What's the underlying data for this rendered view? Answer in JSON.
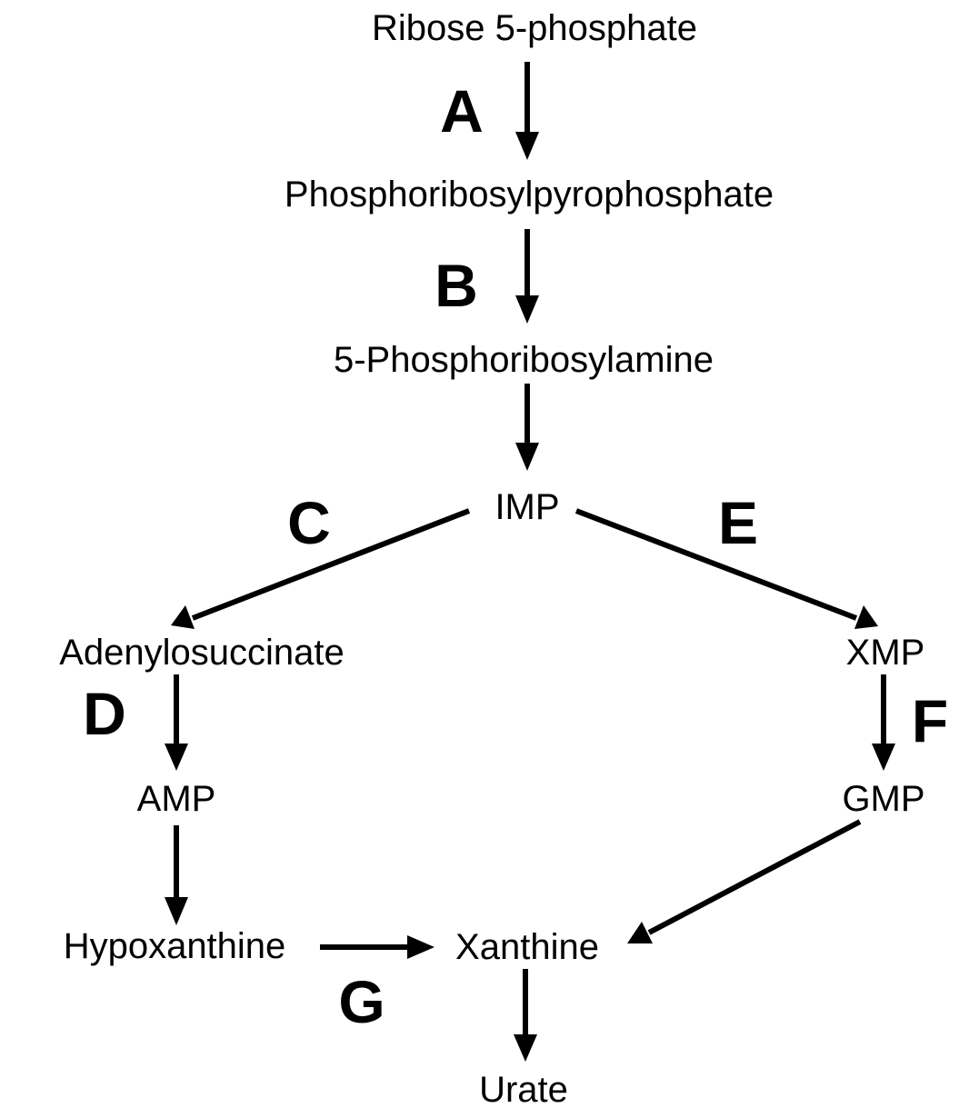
{
  "nodes": {
    "ribose5p": "Ribose 5-phosphate",
    "prpp": "Phosphoribosylpyrophosphate",
    "pra": "5-Phosphoribosylamine",
    "imp": "IMP",
    "adenylosuccinate": "Adenylosuccinate",
    "xmp": "XMP",
    "amp": "AMP",
    "gmp": "GMP",
    "hypoxanthine": "Hypoxanthine",
    "xanthine": "Xanthine",
    "urate": "Urate"
  },
  "steps": {
    "a": "A",
    "b": "B",
    "c": "C",
    "d": "D",
    "e": "E",
    "f": "F",
    "g": "G"
  },
  "colors": {
    "ink": "#000000",
    "background": "#ffffff"
  }
}
